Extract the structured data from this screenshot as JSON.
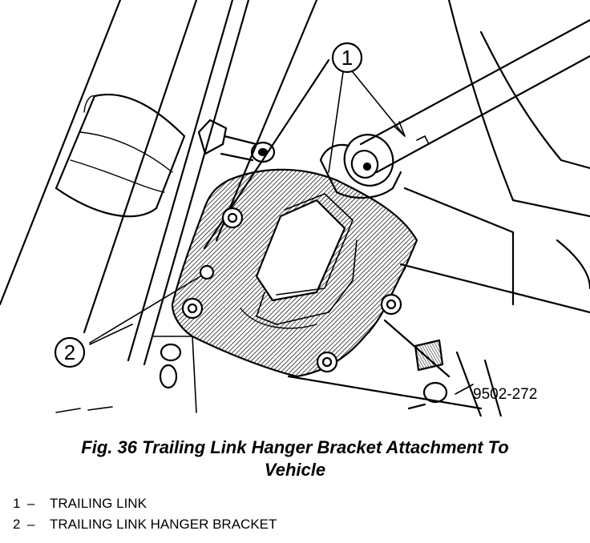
{
  "figure": {
    "callouts": [
      {
        "number": "1"
      },
      {
        "number": "2"
      }
    ],
    "figure_code": "9502-272",
    "caption_line1": "Fig. 36 Trailing Link Hanger Bracket Attachment To",
    "caption_line2": "Vehicle"
  },
  "legend": {
    "items": [
      {
        "number": "1",
        "dash": "–",
        "label": "TRAILING LINK"
      },
      {
        "number": "2",
        "dash": "–",
        "label": "TRAILING LINK HANGER BRACKET"
      }
    ]
  },
  "colors": {
    "line": "#000000",
    "background": "#ffffff",
    "hatch": "#000000"
  }
}
